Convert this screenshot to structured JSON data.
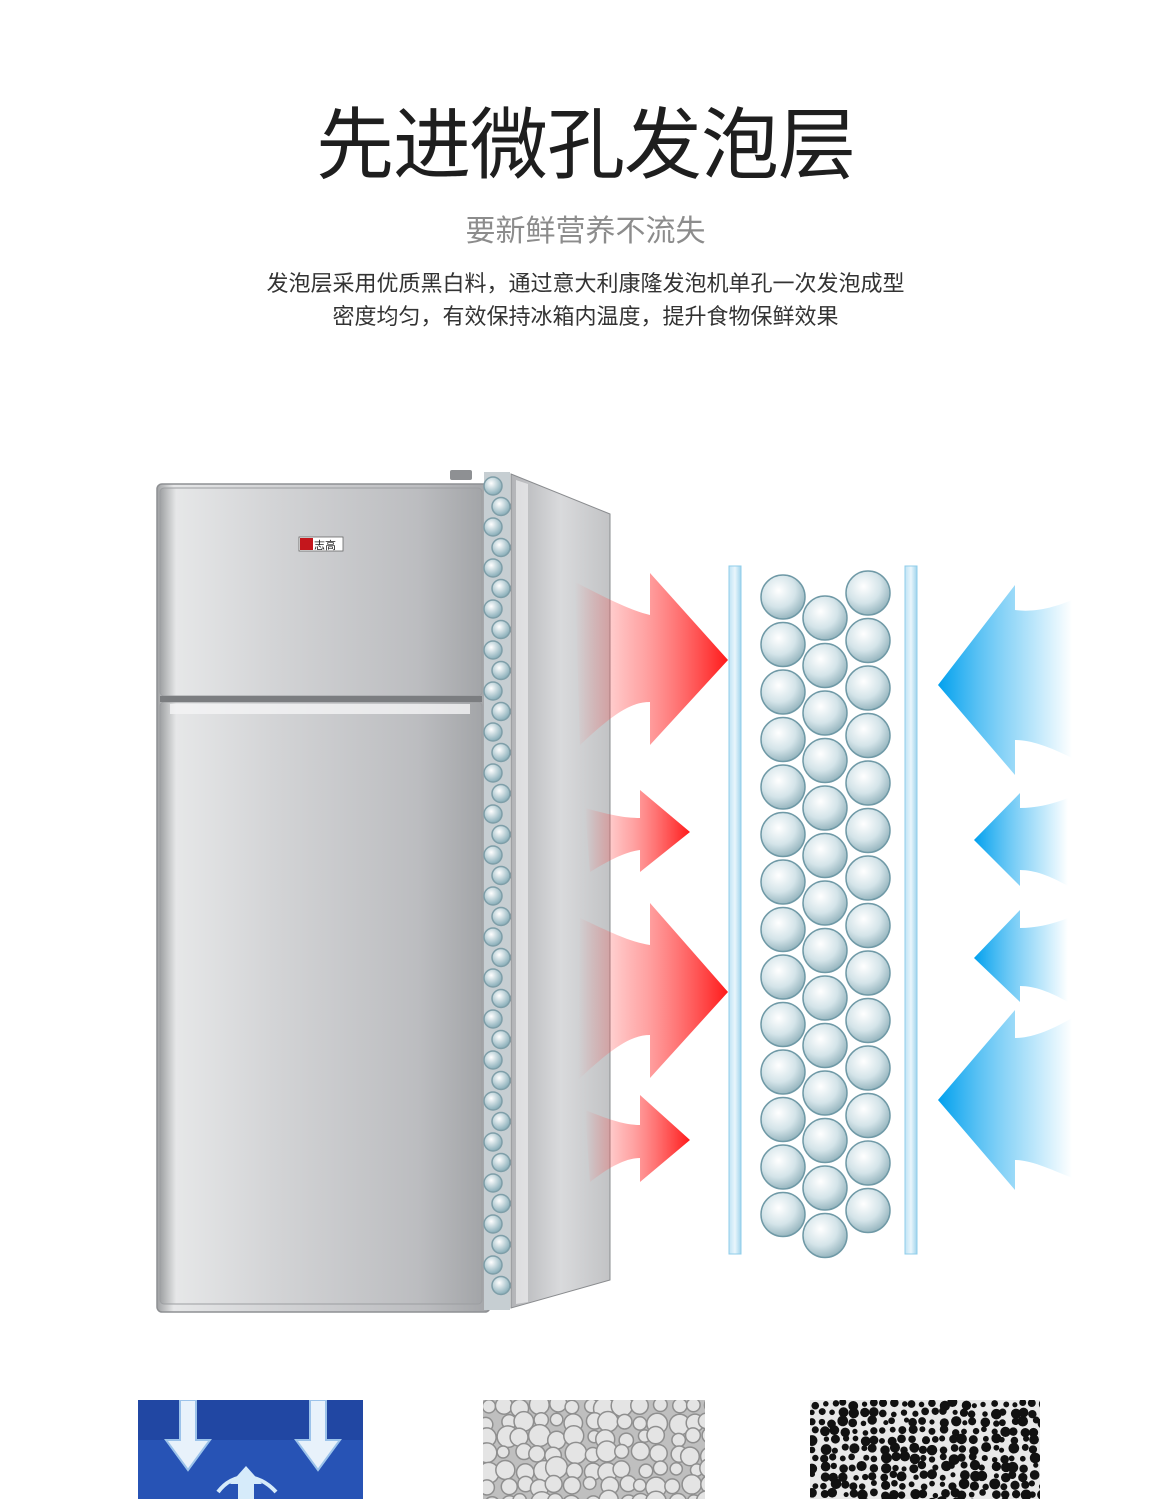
{
  "header": {
    "title": "先进微孔发泡层",
    "subtitle": "要新鲜营养不流失",
    "description_lines": [
      "发泡层采用优质黑白料，通过意大利康隆发泡机单孔一次发泡成型",
      "密度均匀，有效保持冰箱内温度，提升食物保鲜效果"
    ]
  },
  "fridge": {
    "brand_logo": "志高"
  },
  "colors": {
    "hot_arrow": "#ff2a2a",
    "cold_arrow": "#00a8f0",
    "bubble": "#c9dde3",
    "fridge_silver": "#c8c8c8"
  },
  "icons": [
    "red-heat-arrow",
    "blue-cold-arrow",
    "foam-bubble"
  ]
}
